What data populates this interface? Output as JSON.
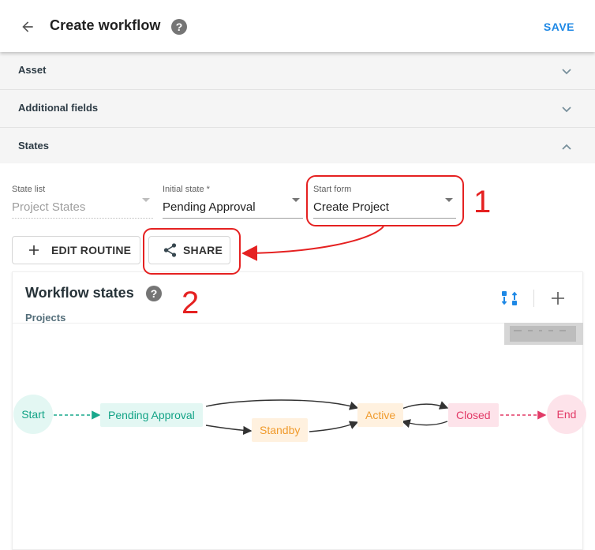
{
  "header": {
    "title": "Create workflow",
    "help_glyph": "?",
    "save_label": "SAVE"
  },
  "sections": [
    {
      "label": "Asset",
      "expanded": false
    },
    {
      "label": "Additional fields",
      "expanded": false
    },
    {
      "label": "States",
      "expanded": true
    }
  ],
  "fields": {
    "state_list": {
      "label": "State list",
      "value": "Project States",
      "disabled": true
    },
    "initial_state": {
      "label": "Initial state *",
      "value": "Pending Approval"
    },
    "start_form": {
      "label": "Start form",
      "value": "Create Project"
    }
  },
  "buttons": {
    "edit_routine": "EDIT ROUTINE",
    "share": "SHARE"
  },
  "workflow": {
    "title": "Workflow states",
    "subtitle": "Projects",
    "help_glyph": "?",
    "nodes": {
      "start": "Start",
      "pending": "Pending Approval",
      "standby": "Standby",
      "active": "Active",
      "closed": "Closed",
      "end": "End"
    }
  },
  "annotations": {
    "first": "1",
    "second": "2"
  },
  "colors": {
    "accent_blue": "#1e88e5",
    "annotation_red": "#e52121",
    "start_bg": "#e3f7f3",
    "pending_text": "#13a386",
    "standby_bg": "#fff1df",
    "standby_text": "#f09b2d",
    "closed_bg": "#fde3ea",
    "closed_text": "#e23a67"
  },
  "icons": {
    "back": "arrow-left-icon",
    "help": "question-circle-icon",
    "expand": "chevron-down-icon",
    "collapse": "chevron-up-icon",
    "plus": "plus-icon",
    "share": "share-icon",
    "layout": "auto-layout-icon"
  }
}
